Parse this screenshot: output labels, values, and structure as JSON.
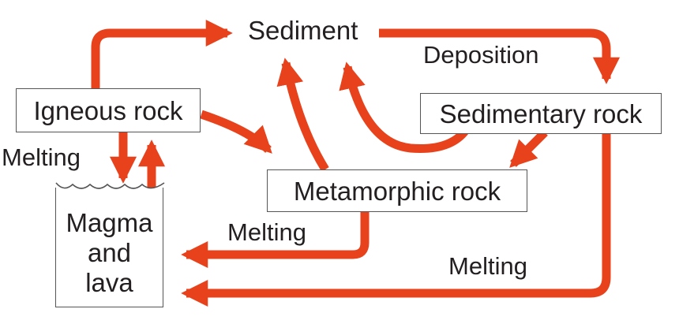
{
  "colors": {
    "arrow": "#e8421c",
    "box_border": "#555555",
    "text": "#231f20"
  },
  "nodes": {
    "sediment": "Sediment",
    "igneous_rock": "Igneous rock",
    "sedimentary_rock": "Sedimentary rock",
    "metamorphic_rock": "Metamorphic rock",
    "magma_and_lava": "Magma\nand\nlava"
  },
  "edge_labels": {
    "deposition": "Deposition",
    "melting_igneous": "Melting",
    "melting_metamorphic": "Melting",
    "melting_sedimentary": "Melting"
  }
}
